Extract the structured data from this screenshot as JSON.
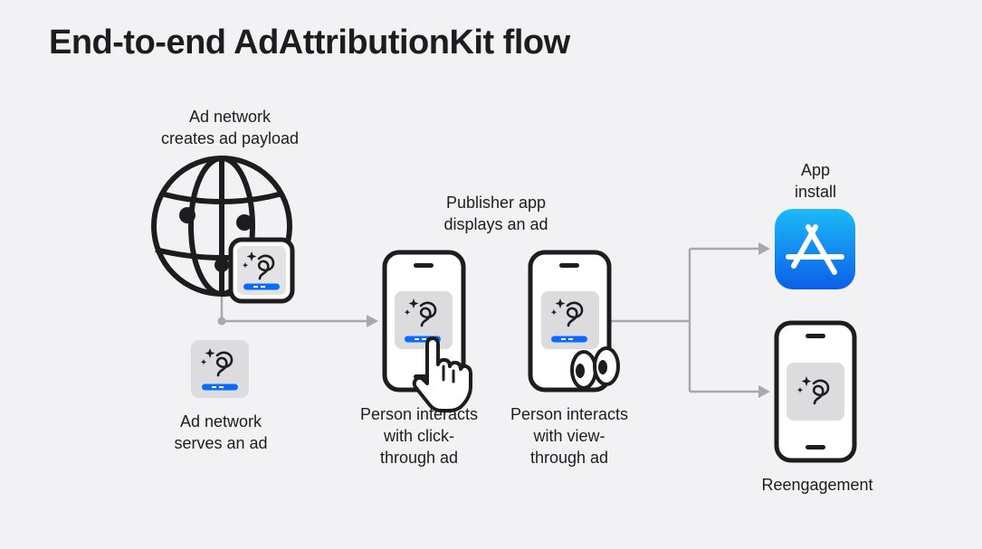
{
  "slide": {
    "title": "End-to-end AdAttributionKit flow"
  },
  "labels": {
    "ad_network_creates": [
      "Ad network",
      "creates ad payload"
    ],
    "ad_network_serves": [
      "Ad network",
      "serves an ad"
    ],
    "publisher_app": [
      "Publisher app",
      "displays an ad"
    ],
    "click_through": [
      "Person interacts",
      "with click-",
      "through ad"
    ],
    "view_through": [
      "Person interacts",
      "with view-",
      "through ad"
    ],
    "app_install": [
      "App",
      "install"
    ],
    "reengagement": [
      "Reengagement"
    ]
  },
  "icons": {
    "globe": "globe-icon",
    "ad_card": "ad-card-icon",
    "phone": "phone-icon",
    "hand": "pointing-hand-icon",
    "eyes": "eyes-icon",
    "app_store": "app-store-icon",
    "arrow": "arrow-icon"
  },
  "colors": {
    "background": "#f2f2f4",
    "stroke": "#1d1d1f",
    "accent_blue": "#0a6cff",
    "connector": "#a9a9ad",
    "card_fill": "#dcdcdf",
    "app_store_top": "#1dbbf8",
    "app_store_bottom": "#0b5fe8"
  }
}
